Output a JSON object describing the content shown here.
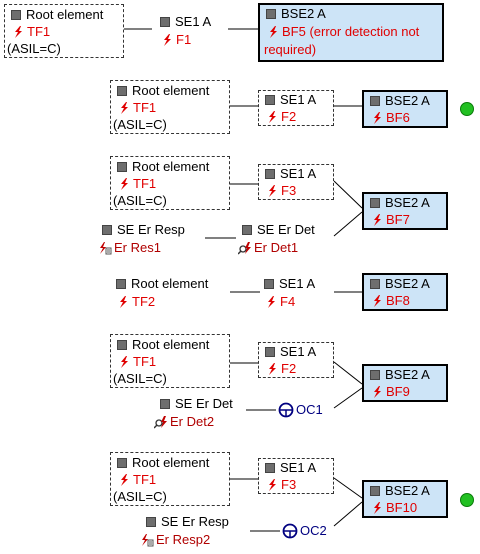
{
  "labels": {
    "root": "Root element",
    "tf1": "TF1",
    "tf2": "TF2",
    "asil": "(ASIL=C)",
    "se1a": "SE1 A",
    "bse2a": "BSE2 A",
    "f1": "F1",
    "f2": "F2",
    "f3": "F3",
    "f4": "F4",
    "bf5_a": "BF5 (error detection not",
    "bf5_b": "required)",
    "bf6": "BF6",
    "bf7": "BF7",
    "bf8": "BF8",
    "bf9": "BF9",
    "bf10": "BF10",
    "se_er_resp": "SE Er Resp",
    "se_er_det": "SE Er Det",
    "er_res1": "Er Res1",
    "er_det1": "Er Det1",
    "er_det2": "Er Det2",
    "er_resp2": "Er Resp2",
    "oc1": "OC1",
    "oc2": "OC2"
  },
  "icons": [
    "square-element-icon",
    "fault-bolt-icon",
    "error-response-icon",
    "error-detection-icon",
    "operating-condition-icon",
    "status-ok-dot-icon"
  ],
  "colors": {
    "bse_fill": "#cde4f7",
    "fault_text": "#e00000",
    "oc_text": "#000080",
    "ok_dot": "#22c022"
  }
}
